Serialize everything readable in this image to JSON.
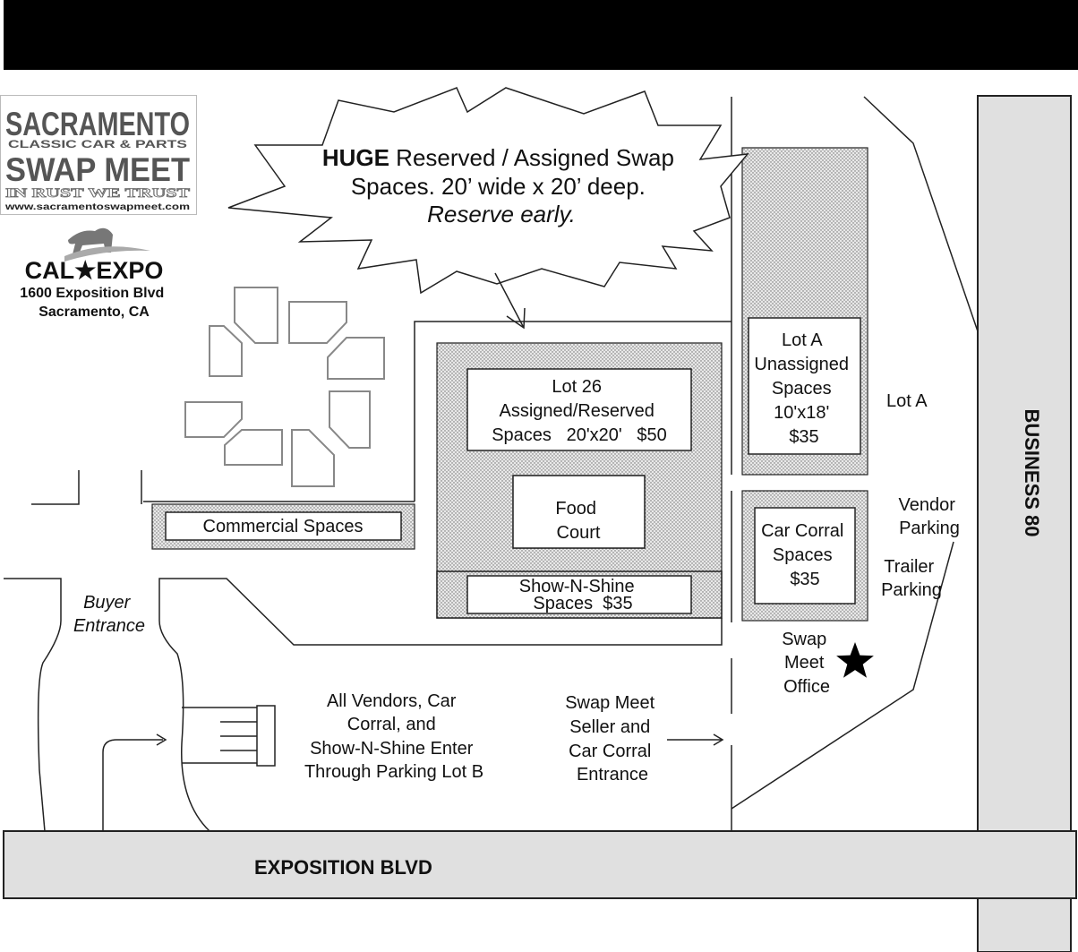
{
  "logo": {
    "line1": "SACRAMENTO",
    "line2": "CLASSIC CAR & PARTS",
    "line3": "SWAP MEET",
    "line4": "IN RUST WE TRUST",
    "line5": "www.sacramentoswapmeet.com"
  },
  "venue": {
    "name": "CAL★EXPO",
    "address1": "1600 Exposition Blvd",
    "address2": "Sacramento, CA"
  },
  "callout": {
    "bold": "HUGE",
    "line1_rest": " Reserved / Assigned Swap",
    "line2": "Spaces. 20’ wide x 20’ deep.",
    "line3": "Reserve early."
  },
  "lot26": {
    "line1": "Lot 26",
    "line2": "Assigned/Reserved",
    "line3": "Spaces   20'x20'   $50"
  },
  "food_court": {
    "line1": "Food",
    "line2": "Court"
  },
  "show_n_shine": {
    "line1": "Show-N-Shine",
    "line2": "Spaces  $35"
  },
  "commercial": {
    "label": "Commercial Spaces"
  },
  "lot_a_box": {
    "line1": "Lot A",
    "line2": "Unassigned",
    "line3": "Spaces",
    "line4": "10'x18'",
    "line5": "$35"
  },
  "lot_a_label": "Lot A",
  "car_corral": {
    "line1": "Car Corral",
    "line2": "Spaces",
    "line3": "$35"
  },
  "vendor_parking": {
    "line1": "Vendor",
    "line2": "Parking"
  },
  "trailer_parking": {
    "line1": "Trailer",
    "line2": "Parking"
  },
  "office": {
    "line1": "Swap",
    "line2": "Meet",
    "line3": "Office"
  },
  "buyer_entrance": {
    "line1": "Buyer",
    "line2": "Entrance"
  },
  "vendors_note": {
    "line1": "All Vendors, Car",
    "line2": "Corral, and",
    "line3": "Show-N-Shine Enter",
    "line4": "Through Parking Lot B"
  },
  "seller_entrance": {
    "line1": "Swap Meet",
    "line2": "Seller and",
    "line3": "Car Corral",
    "line4": "Entrance"
  },
  "roads": {
    "exposition": "EXPOSITION BLVD",
    "business80": "BUSINESS 80"
  }
}
